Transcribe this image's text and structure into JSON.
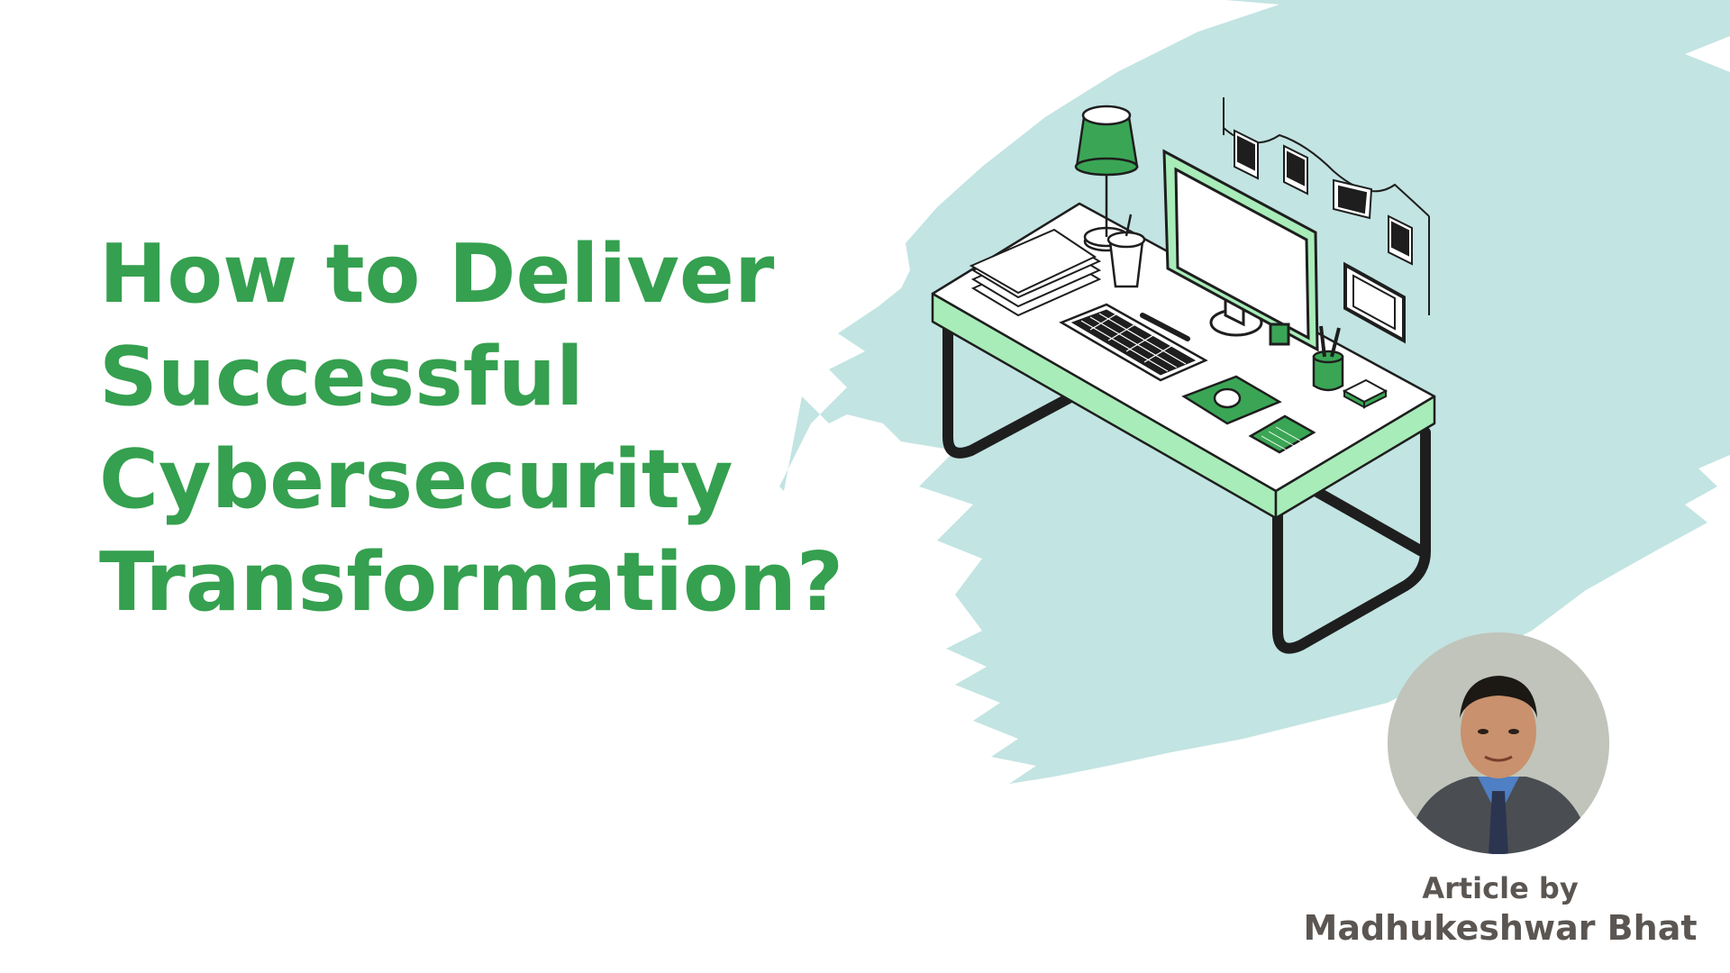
{
  "title_lines": [
    "How to Deliver",
    "Successful",
    "Cybersecurity",
    "Transformation?"
  ],
  "byline": {
    "prefix": "Article by",
    "author": "Madhukeshwar Bhat"
  },
  "colors": {
    "title": "#35a04f",
    "brush": "#c2e4e2",
    "desk_top": "#a8ecb9",
    "accent_green": "#3aa655",
    "outline": "#1e1e1e",
    "byline": "#5b5652"
  },
  "icons": [
    "desk-lamp-icon",
    "monitor-icon",
    "keyboard-icon",
    "mouse-icon",
    "calculator-icon",
    "pen-holder-icon",
    "cup-icon",
    "book-stack-icon",
    "photo-frame-icon",
    "hanging-photos-icon"
  ]
}
